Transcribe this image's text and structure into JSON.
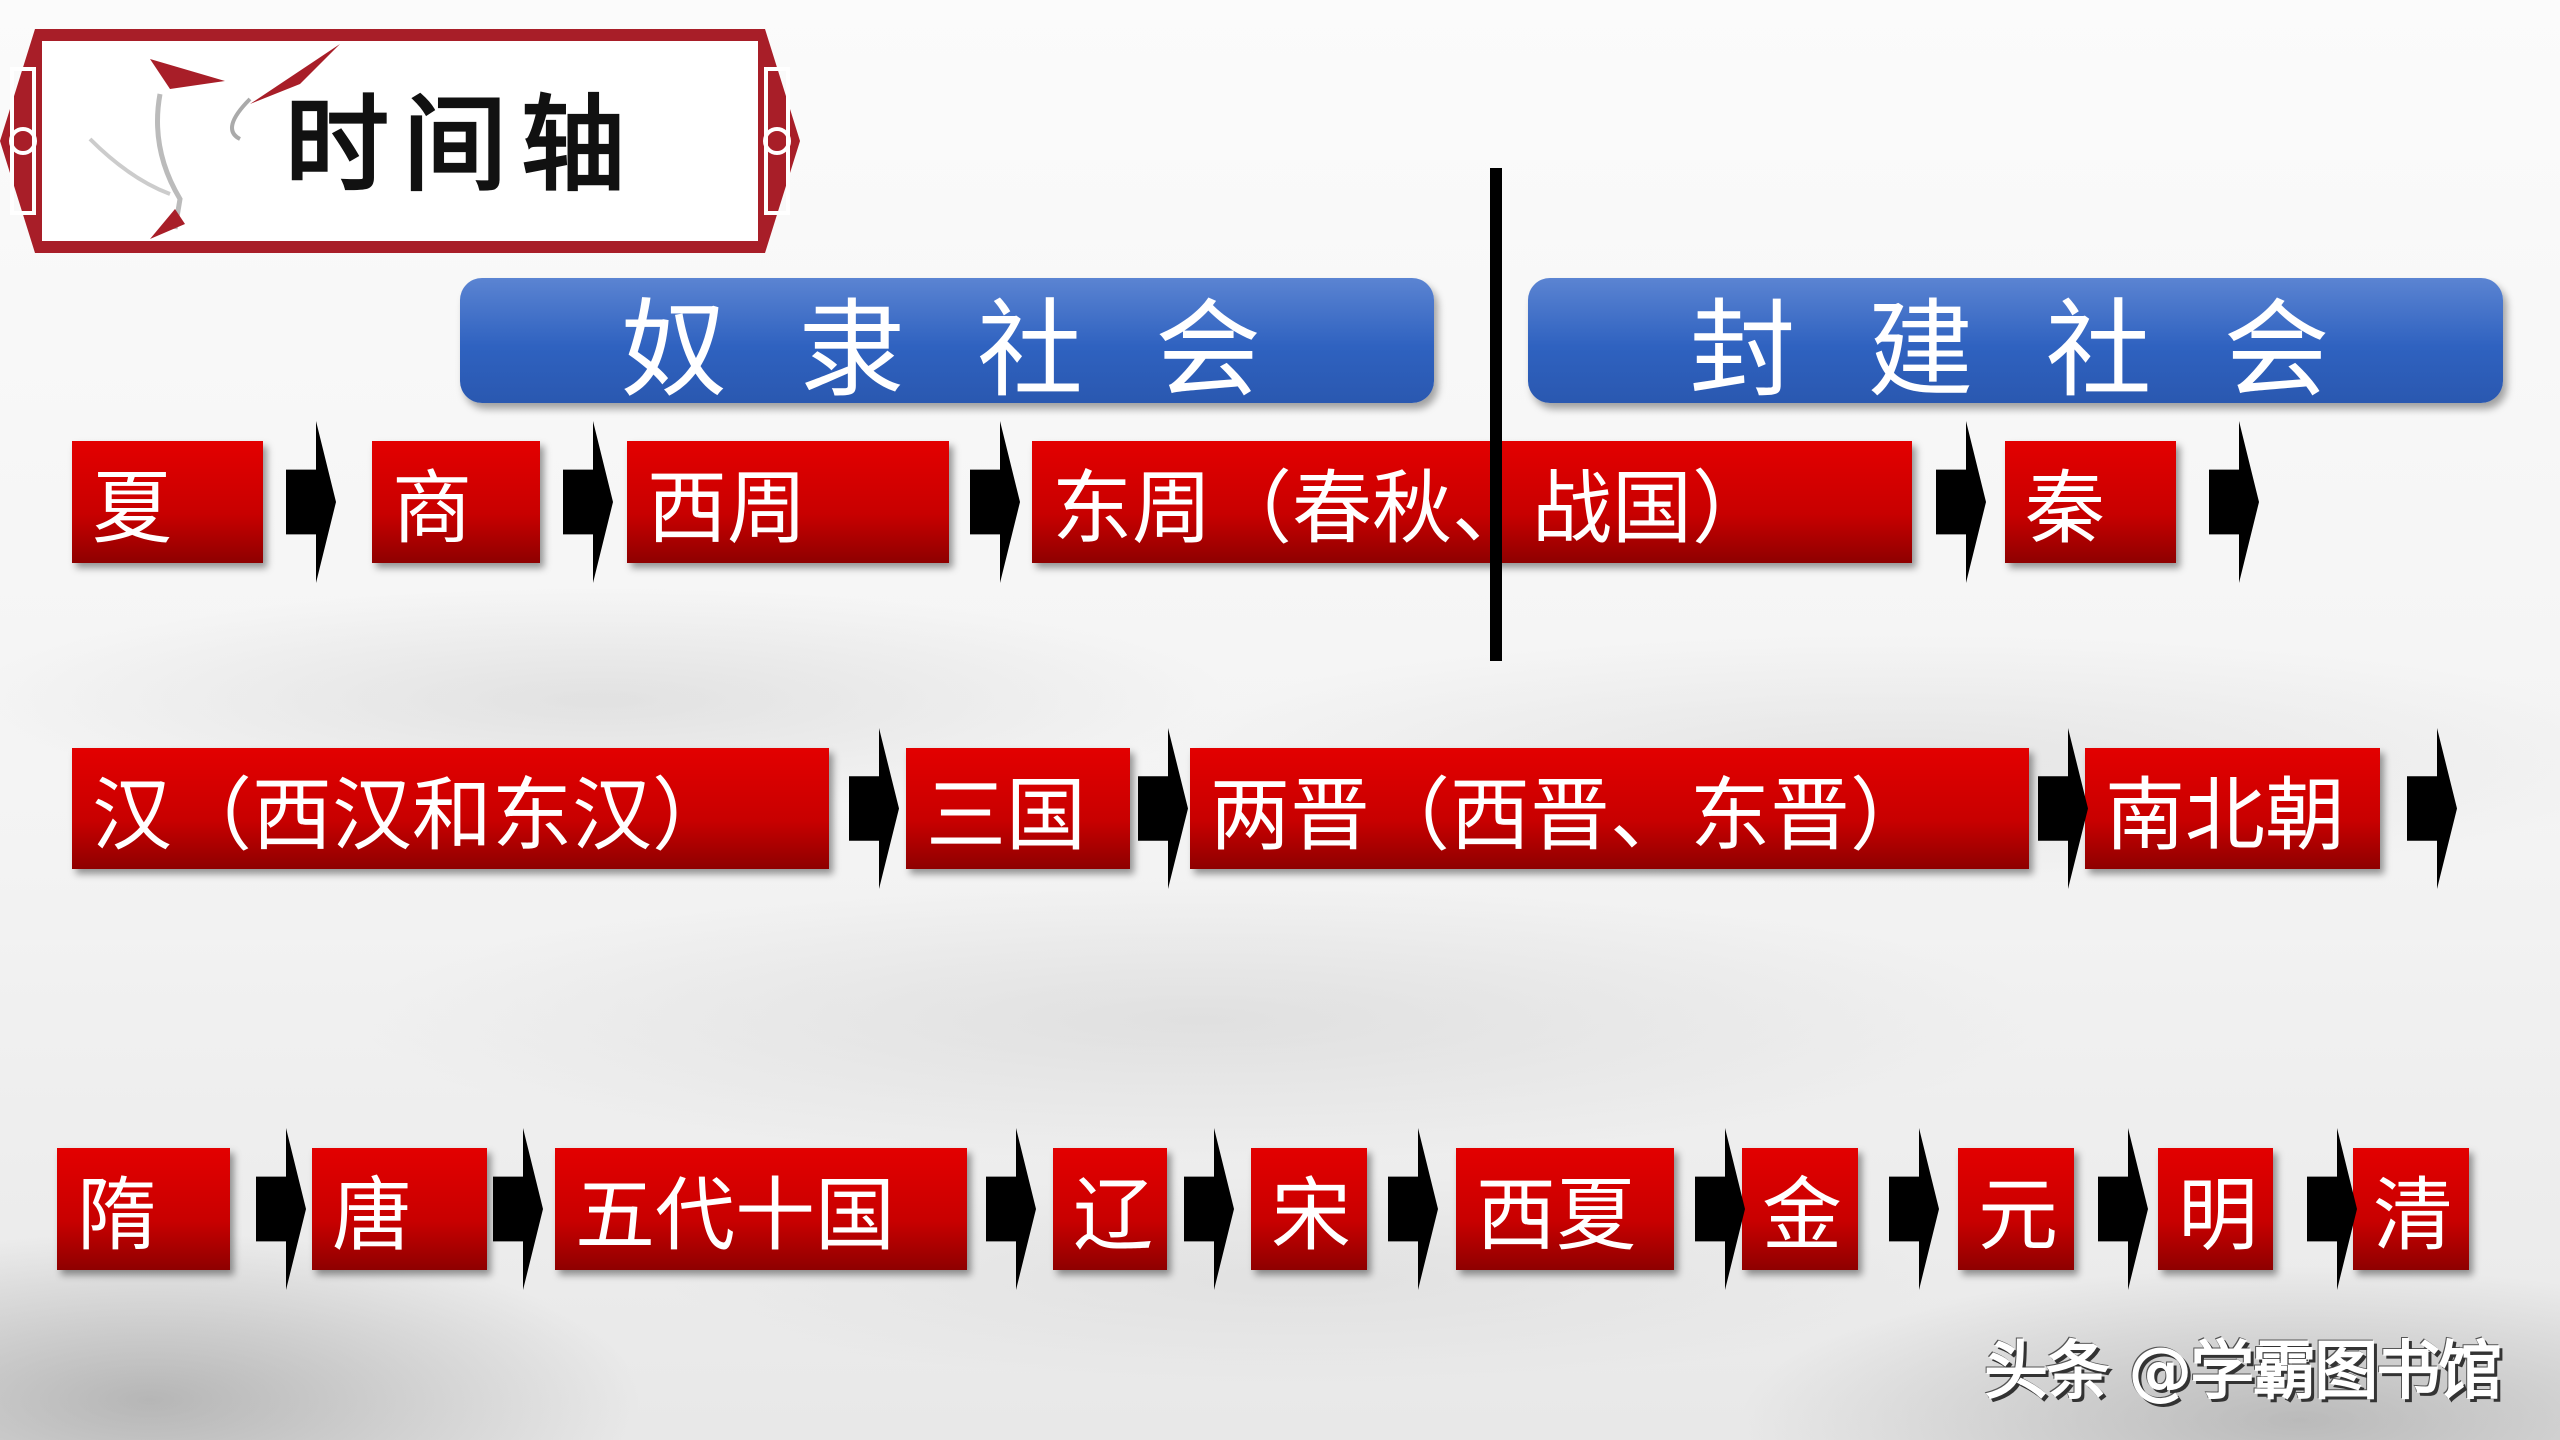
{
  "title": "时间轴",
  "societies": [
    {
      "label": "奴隶社会"
    },
    {
      "label": "封建社会"
    }
  ],
  "rows": [
    [
      "夏",
      "商",
      "西周",
      "东周（春秋、战国）",
      "秦"
    ],
    [
      "汉（西汉和东汉）",
      "三国",
      "两晋（西晋、东晋）",
      "南北朝"
    ],
    [
      "隋",
      "唐",
      "五代十国",
      "辽",
      "宋",
      "西夏",
      "金",
      "元",
      "明",
      "清"
    ]
  ],
  "watermark": "头条 @学霸图书馆",
  "colors": {
    "box_red": "#d80000",
    "society_blue": "#3565c3",
    "frame_red": "#a81e28"
  },
  "icons": [
    "crane-icon",
    "arrow-right-icon"
  ]
}
